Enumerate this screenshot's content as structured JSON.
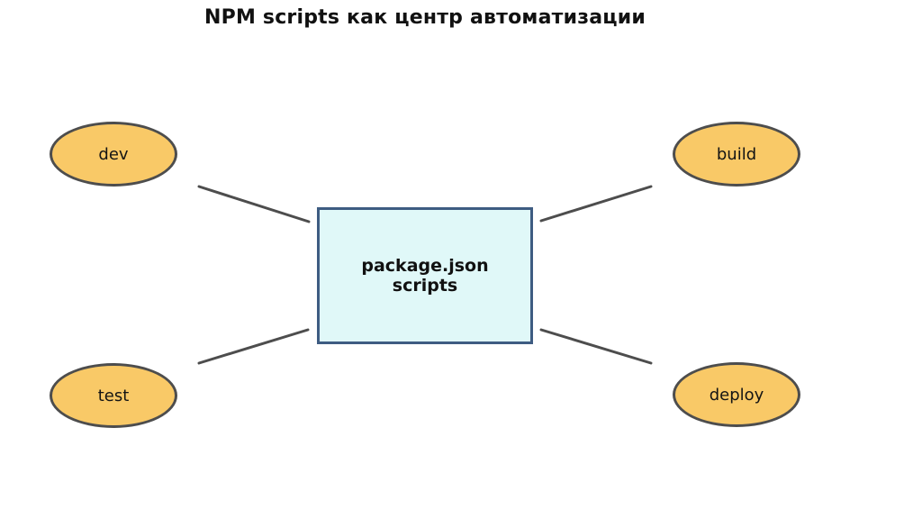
{
  "title": "NPM scripts как центр автоматизации",
  "diagram": {
    "center_node": {
      "label": "package.json\nscripts",
      "fill": "#e0f8f8",
      "border_color": "#3e5c82"
    },
    "nodes": [
      {
        "id": "dev",
        "label": "dev",
        "position": "top-left"
      },
      {
        "id": "build",
        "label": "build",
        "position": "top-right"
      },
      {
        "id": "test",
        "label": "test",
        "position": "bottom-left"
      },
      {
        "id": "deploy",
        "label": "deploy",
        "position": "bottom-right"
      }
    ],
    "node_fill": "#f9c967",
    "node_border_color": "#4d4d4d",
    "edge_color": "#4d4d4d",
    "edges": [
      {
        "from": "dev",
        "to": "center"
      },
      {
        "from": "build",
        "to": "center"
      },
      {
        "from": "test",
        "to": "center"
      },
      {
        "from": "deploy",
        "to": "center"
      }
    ]
  }
}
